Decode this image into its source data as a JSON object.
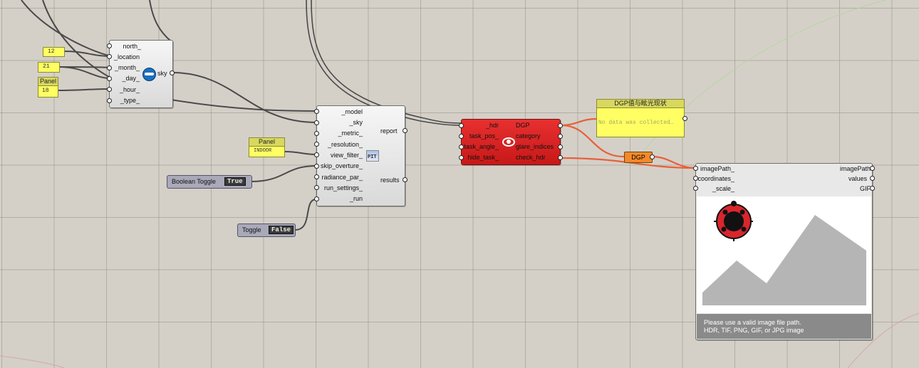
{
  "sky_component": {
    "inputs": [
      "north_",
      "_location",
      "_month_",
      "_day_",
      "_hour_",
      "_type_"
    ],
    "output": "sky"
  },
  "number_panels": {
    "p1": "12",
    "p2": "21",
    "p3": "18"
  },
  "panel_label": "Panel",
  "indoor_panel": {
    "title": "Panel",
    "value": "INDOOR"
  },
  "boolean_toggle": {
    "label": "Boolean Toggle",
    "value": "True"
  },
  "toggle": {
    "label": "Toggle",
    "value": "False"
  },
  "pit_component": {
    "inputs": [
      "_model",
      "_sky",
      "_metric_",
      "_resolution_",
      "view_filter_",
      "skip_overture_",
      "radiance_par_",
      "run_settings_",
      "_run"
    ],
    "outputs": [
      "report",
      "results"
    ],
    "icon_text": "PIT"
  },
  "glare_component": {
    "inputs": [
      "_hdr",
      "task_pos_",
      "task_angle_",
      "hide_task_"
    ],
    "outputs": [
      "DGP",
      "category",
      "glare_indices",
      "check_hdr"
    ]
  },
  "dgp_panel": {
    "title": "DGP值与眩光现状",
    "message": "No data was collected…"
  },
  "dgp_relay": "DGP",
  "image_viewer": {
    "inputs": [
      "imagePath_",
      "coordinates_",
      "_scale_"
    ],
    "outputs": [
      "imagePath",
      "values",
      "GIF"
    ],
    "message_line1": "Please use a valid image file path.",
    "message_line2": "HDR, TIF, PNG, GIF, or JPG image"
  },
  "colors": {
    "canvas": "#d4d0c8",
    "wire": "#4a4a4a",
    "wire_selected": "#e8603a",
    "component_red": "#d42020",
    "panel_yellow": "#ffff63"
  }
}
